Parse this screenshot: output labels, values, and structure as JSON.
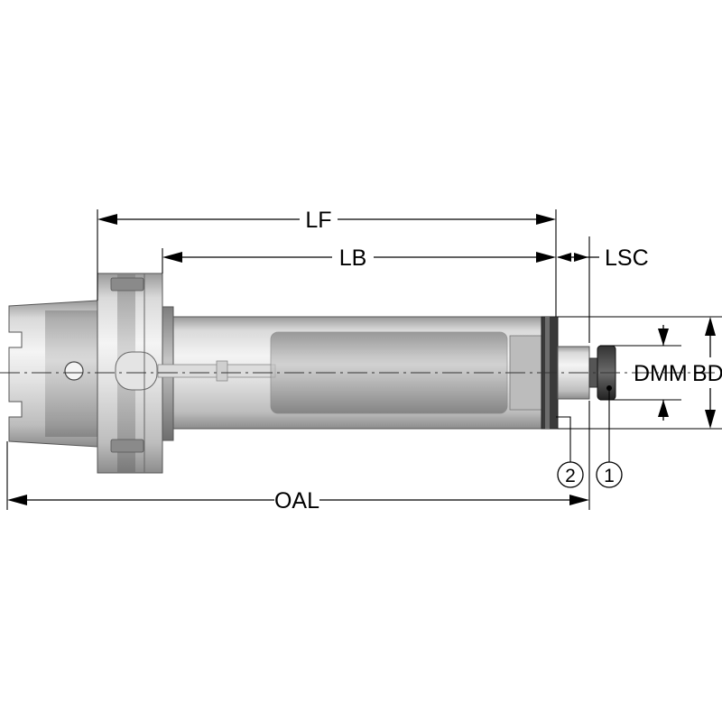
{
  "dimensions": {
    "lf": "LF",
    "lb": "LB",
    "lsc": "LSC",
    "oal": "OAL",
    "dmm": "DMM",
    "bd": "BD"
  },
  "callouts": {
    "one": "1",
    "two": "2"
  }
}
